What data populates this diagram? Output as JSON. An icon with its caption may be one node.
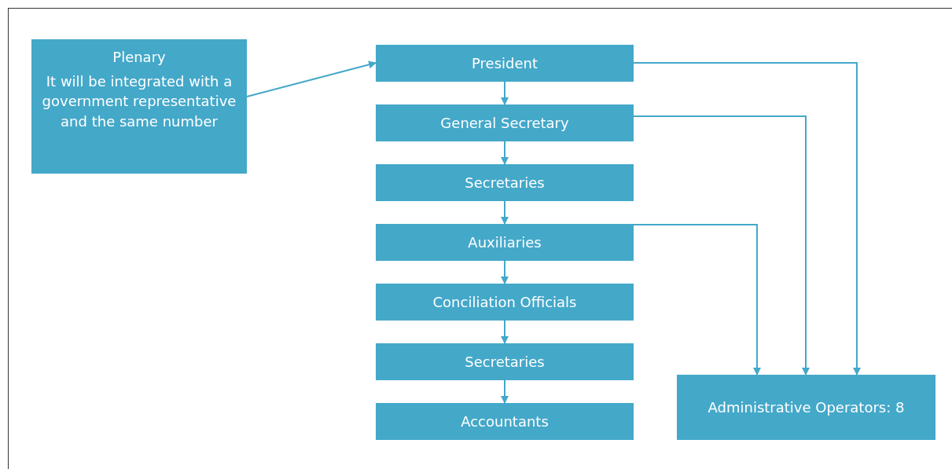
{
  "diagram": {
    "nodes": [
      {
        "text": [
          "Plenary",
          "It will be integrated with a government representative and the same number"
        ]
      },
      {
        "text": [
          "President"
        ]
      },
      {
        "text": [
          "General Secretary"
        ]
      },
      {
        "text": [
          "Secretaries"
        ]
      },
      {
        "text": [
          "Auxiliaries"
        ]
      },
      {
        "text": [
          "Conciliation Officials"
        ]
      },
      {
        "text": [
          "Secretaries"
        ]
      },
      {
        "text": [
          "Accountants"
        ]
      },
      {
        "text": [
          "Administrative Operators: 8"
        ]
      }
    ],
    "edges": [
      {
        "from": 0,
        "to": 1,
        "arrow": "to"
      },
      {
        "from": 1,
        "to": 2,
        "arrow": "to"
      },
      {
        "from": 2,
        "to": 3,
        "arrow": "to"
      },
      {
        "from": 3,
        "to": 4,
        "arrow": "to"
      },
      {
        "from": 4,
        "to": 5,
        "arrow": "to"
      },
      {
        "from": 5,
        "to": 6,
        "arrow": "to"
      },
      {
        "from": 6,
        "to": 7,
        "arrow": "to"
      },
      {
        "from": 1,
        "to": 8,
        "arrow": "to"
      },
      {
        "from": 2,
        "to": 8,
        "arrow": "to"
      },
      {
        "from": 4,
        "to": 8,
        "arrow": "to"
      }
    ]
  }
}
